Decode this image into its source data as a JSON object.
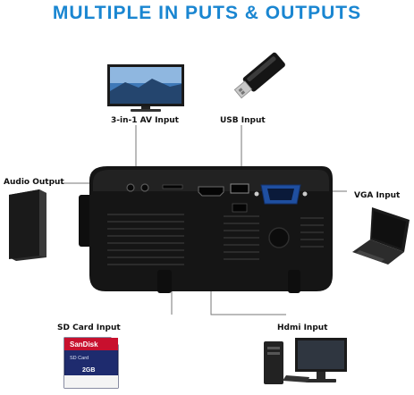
{
  "headline": "MULTIPLE IN PUTS & OUTPUTS",
  "labels": {
    "av_input": "3-in-1 AV Input",
    "usb_input": "USB Input",
    "audio_output": "Audio Output",
    "vga_input": "VGA Input",
    "sd_card_input": "SD Card Input",
    "hdmi_input": "Hdmi Input"
  },
  "sd_card": {
    "brand": "SanDisk",
    "type": "SD Card",
    "capacity": "2GB"
  },
  "colors": {
    "accent": "#1a86d1",
    "projector_body": "#141414",
    "connector_line": "#777777"
  }
}
